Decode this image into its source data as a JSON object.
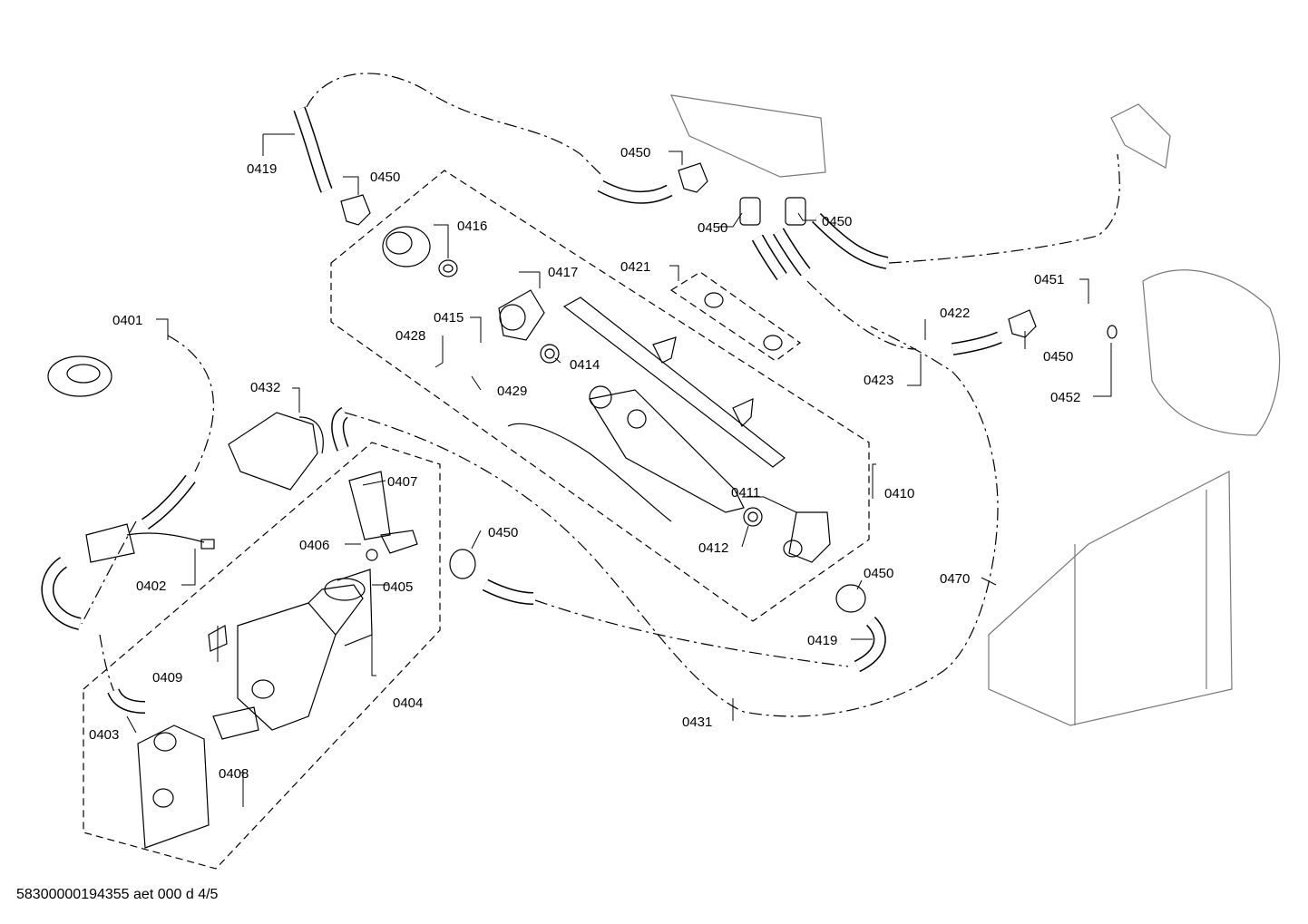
{
  "diagram": {
    "footer_code": "58300000194355 aet 000 d 4/5",
    "labels": {
      "p0401": "0401",
      "p0402": "0402",
      "p0403": "0403",
      "p0404": "0404",
      "p0405": "0405",
      "p0406": "0406",
      "p0407": "0407",
      "p0408": "0408",
      "p0409": "0409",
      "p0410": "0410",
      "p0411": "0411",
      "p0412": "0412",
      "p0414": "0414",
      "p0415": "0415",
      "p0416": "0416",
      "p0417": "0417",
      "p0419a": "0419",
      "p0419b": "0419",
      "p0421": "0421",
      "p0422": "0422",
      "p0423": "0423",
      "p0428": "0428",
      "p0429": "0429",
      "p0431": "0431",
      "p0432": "0432",
      "p0450a": "0450",
      "p0450b": "0450",
      "p0450c": "0450",
      "p0450d": "0450",
      "p0450e": "0450",
      "p0450f": "0450",
      "p0450g": "0450",
      "p0451": "0451",
      "p0452": "0452",
      "p0470": "0470"
    }
  }
}
